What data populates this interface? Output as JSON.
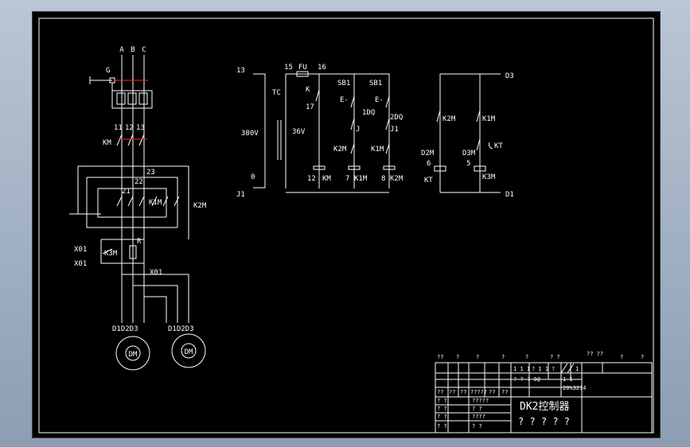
{
  "colors": {
    "line": "#ffffff",
    "accent": "#ff2a2a",
    "background": "#000000"
  },
  "power": {
    "phases": [
      "A",
      "B",
      "C"
    ],
    "ground": "G",
    "line_labels": [
      "11",
      "12",
      "13"
    ],
    "main_contactor": "KM",
    "node_23": "23",
    "node_21": "21",
    "node_22": "22",
    "k1m": "K1M",
    "k2m": "K2M",
    "x01_a": "X01",
    "x01_b": "X01",
    "k3m": "K3M",
    "r": "R",
    "x01_c": "X01",
    "motor1_terminals": "D1D2D3",
    "motor2_terminals": "D1D2D3",
    "motor1": "DM",
    "motor2": "DM"
  },
  "control": {
    "n13": "13",
    "n15": "15",
    "fu": "FU",
    "n16": "16",
    "tc": "TC",
    "k": "K",
    "n17": "17",
    "v380": "380V",
    "v36": "36V",
    "n0": "0",
    "j1": "J1",
    "sb1a": "SB1",
    "sb1b": "SB1",
    "ea": "E-",
    "eb": "E-",
    "dq1": "1DQ",
    "dq2": "2DQ",
    "j": "J",
    "j1b": "J1",
    "k2m": "K2M",
    "k1m": "K1M",
    "n12": "12",
    "km": "KM",
    "n7": "7",
    "k1m_coil": "K1M",
    "n8": "8",
    "k2m_coil": "K2M"
  },
  "timer": {
    "d3": "D3",
    "k2m": "K2M",
    "k1m": "K1M",
    "kt": "KT",
    "d2m": "D2M",
    "d3m": "D3M",
    "n6": "6",
    "n5": "5",
    "kt2": "KT",
    "k3m": "K3M",
    "d1": "D1"
  },
  "title_block": {
    "header": [
      "??",
      "?",
      "?",
      "?",
      "?",
      "? ?",
      "?? ??",
      "?",
      "?"
    ],
    "grid_top": [
      "1 1 1",
      "? 1 1",
      "?",
      "1"
    ],
    "r2": [
      "? ? ? 9@",
      "1 1"
    ],
    "r3": "20%3214",
    "left_h": [
      "??",
      "??",
      "??",
      "?????",
      "??",
      "??"
    ],
    "left_rows": [
      "? ?",
      "?????",
      "? ?",
      "? ?",
      "? ?",
      "????",
      "? ?",
      "? ?"
    ],
    "title": "DK2控制器",
    "subtitle": "? ? ? ? ?"
  }
}
